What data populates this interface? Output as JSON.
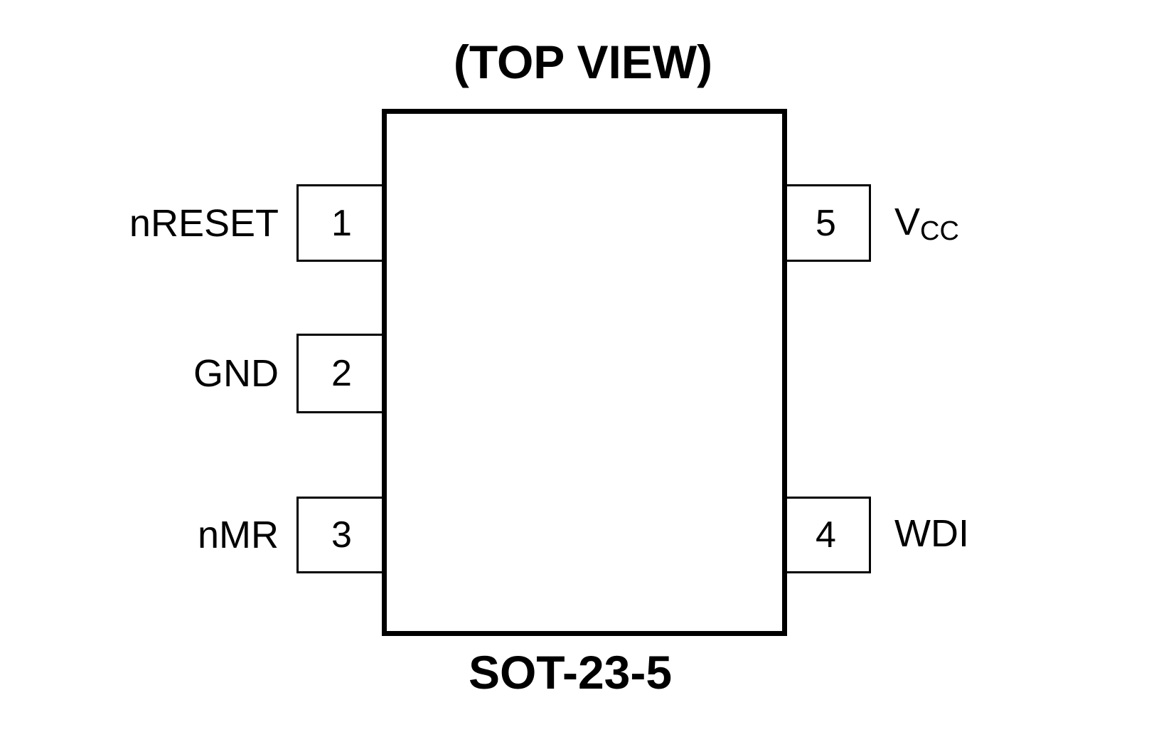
{
  "diagram": {
    "title": "(TOP VIEW)",
    "package": "SOT-23-5",
    "colors": {
      "line": "#000000",
      "background": "#ffffff"
    },
    "pins": {
      "left": [
        {
          "number": "1",
          "label": "nRESET"
        },
        {
          "number": "2",
          "label": "GND"
        },
        {
          "number": "3",
          "label": "nMR"
        }
      ],
      "right": [
        {
          "number": "5",
          "label_main": "V",
          "label_sub": "CC"
        },
        {
          "number": "4",
          "label_main": "WDI",
          "label_sub": ""
        }
      ]
    }
  }
}
